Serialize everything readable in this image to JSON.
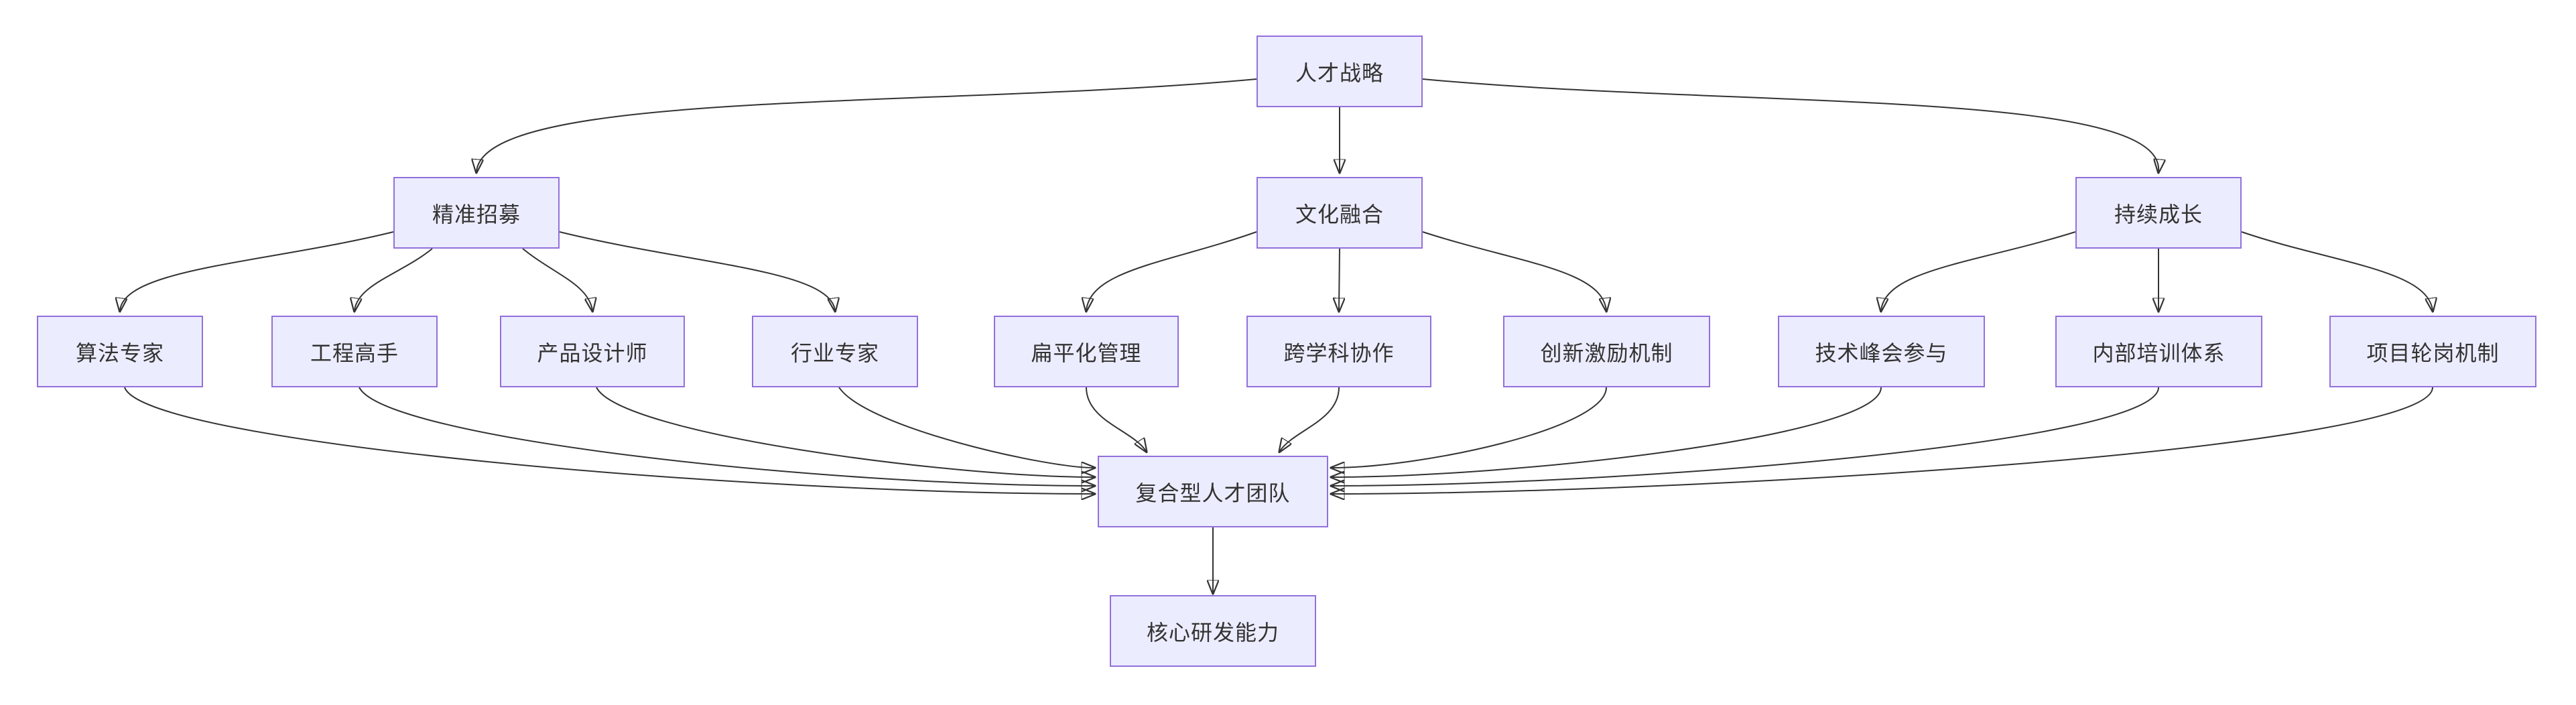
{
  "diagram": {
    "type": "flowchart",
    "direction": "top-down",
    "colors": {
      "background": "#ffffff",
      "node_fill": "#ECECFF",
      "node_border": "#9370DB",
      "edge": "#333333",
      "text": "#333333"
    },
    "nodes": [
      {
        "id": "talent-strategy",
        "label": "人才战略",
        "level": 1
      },
      {
        "id": "precise-recruiting",
        "label": "精准招募",
        "level": 2
      },
      {
        "id": "culture-fusion",
        "label": "文化融合",
        "level": 2
      },
      {
        "id": "continuous-growth",
        "label": "持续成长",
        "level": 2
      },
      {
        "id": "algorithm-expert",
        "label": "算法专家",
        "level": 3
      },
      {
        "id": "engineering-master",
        "label": "工程高手",
        "level": 3
      },
      {
        "id": "product-designer",
        "label": "产品设计师",
        "level": 3
      },
      {
        "id": "industry-expert",
        "label": "行业专家",
        "level": 3
      },
      {
        "id": "flat-management",
        "label": "扁平化管理",
        "level": 3
      },
      {
        "id": "interdisciplinary-collab",
        "label": "跨学科协作",
        "level": 3
      },
      {
        "id": "innovation-incentive",
        "label": "创新激励机制",
        "level": 3
      },
      {
        "id": "tech-summit",
        "label": "技术峰会参与",
        "level": 3
      },
      {
        "id": "internal-training",
        "label": "内部培训体系",
        "level": 3
      },
      {
        "id": "project-rotation",
        "label": "项目轮岗机制",
        "level": 3
      },
      {
        "id": "composite-talent-team",
        "label": "复合型人才团队",
        "level": 4
      },
      {
        "id": "core-rd-capability",
        "label": "核心研发能力",
        "level": 5
      }
    ],
    "edges": [
      {
        "from": "talent-strategy",
        "to": "precise-recruiting"
      },
      {
        "from": "talent-strategy",
        "to": "culture-fusion"
      },
      {
        "from": "talent-strategy",
        "to": "continuous-growth"
      },
      {
        "from": "precise-recruiting",
        "to": "algorithm-expert"
      },
      {
        "from": "precise-recruiting",
        "to": "engineering-master"
      },
      {
        "from": "precise-recruiting",
        "to": "product-designer"
      },
      {
        "from": "precise-recruiting",
        "to": "industry-expert"
      },
      {
        "from": "culture-fusion",
        "to": "flat-management"
      },
      {
        "from": "culture-fusion",
        "to": "interdisciplinary-collab"
      },
      {
        "from": "culture-fusion",
        "to": "innovation-incentive"
      },
      {
        "from": "continuous-growth",
        "to": "tech-summit"
      },
      {
        "from": "continuous-growth",
        "to": "internal-training"
      },
      {
        "from": "continuous-growth",
        "to": "project-rotation"
      },
      {
        "from": "algorithm-expert",
        "to": "composite-talent-team"
      },
      {
        "from": "engineering-master",
        "to": "composite-talent-team"
      },
      {
        "from": "product-designer",
        "to": "composite-talent-team"
      },
      {
        "from": "industry-expert",
        "to": "composite-talent-team"
      },
      {
        "from": "flat-management",
        "to": "composite-talent-team"
      },
      {
        "from": "interdisciplinary-collab",
        "to": "composite-talent-team"
      },
      {
        "from": "innovation-incentive",
        "to": "composite-talent-team"
      },
      {
        "from": "tech-summit",
        "to": "composite-talent-team"
      },
      {
        "from": "internal-training",
        "to": "composite-talent-team"
      },
      {
        "from": "project-rotation",
        "to": "composite-talent-team"
      },
      {
        "from": "composite-talent-team",
        "to": "core-rd-capability"
      }
    ]
  }
}
